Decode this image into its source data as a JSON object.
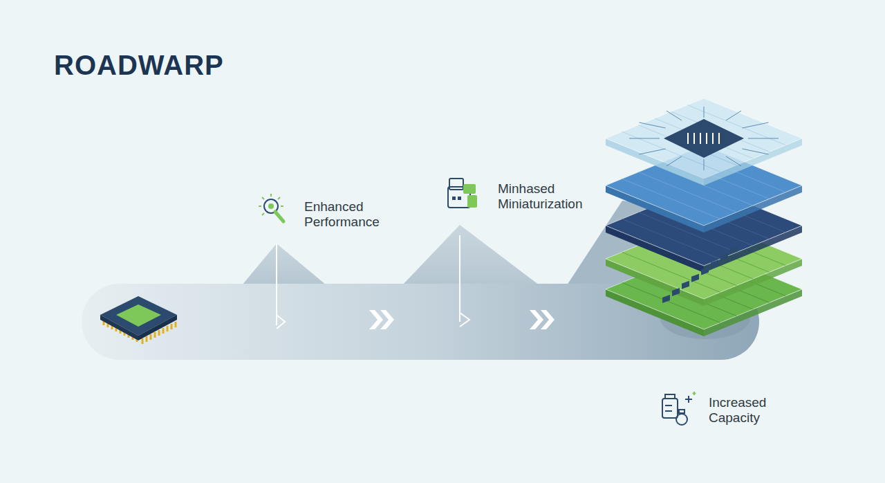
{
  "diagram": {
    "title": "ROADWARP",
    "labels": [
      "Enhanced Performance",
      "Minhased Miniaturization",
      "Increased Capacity"
    ]
  }
}
